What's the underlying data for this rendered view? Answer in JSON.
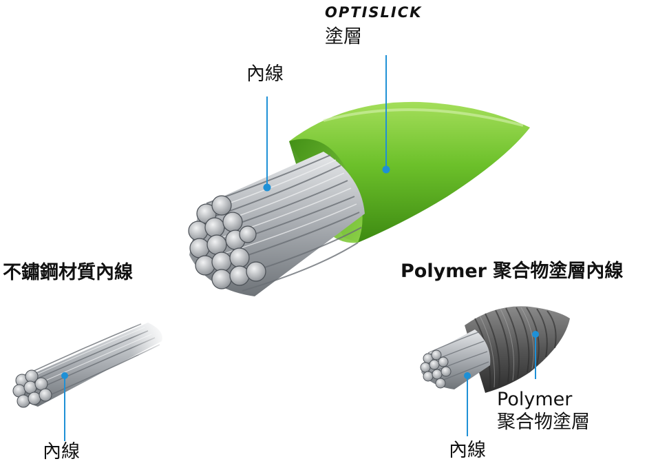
{
  "main_cable": {
    "brand": "OPTISLICK",
    "coating_label": "塗層",
    "inner_label": "內線"
  },
  "stainless": {
    "title": "不鏽鋼材質內線",
    "inner_label": "內線"
  },
  "polymer": {
    "title": "Polymer 聚合物塗層內線",
    "coating_label_en": "Polymer",
    "coating_label_zh": "聚合物塗層",
    "inner_label": "內線"
  },
  "colors": {
    "coating_green": "#6cc02a",
    "polymer_gray": "#555555",
    "steel": "#b9bcc0",
    "leader_line": "#1e90d6"
  }
}
